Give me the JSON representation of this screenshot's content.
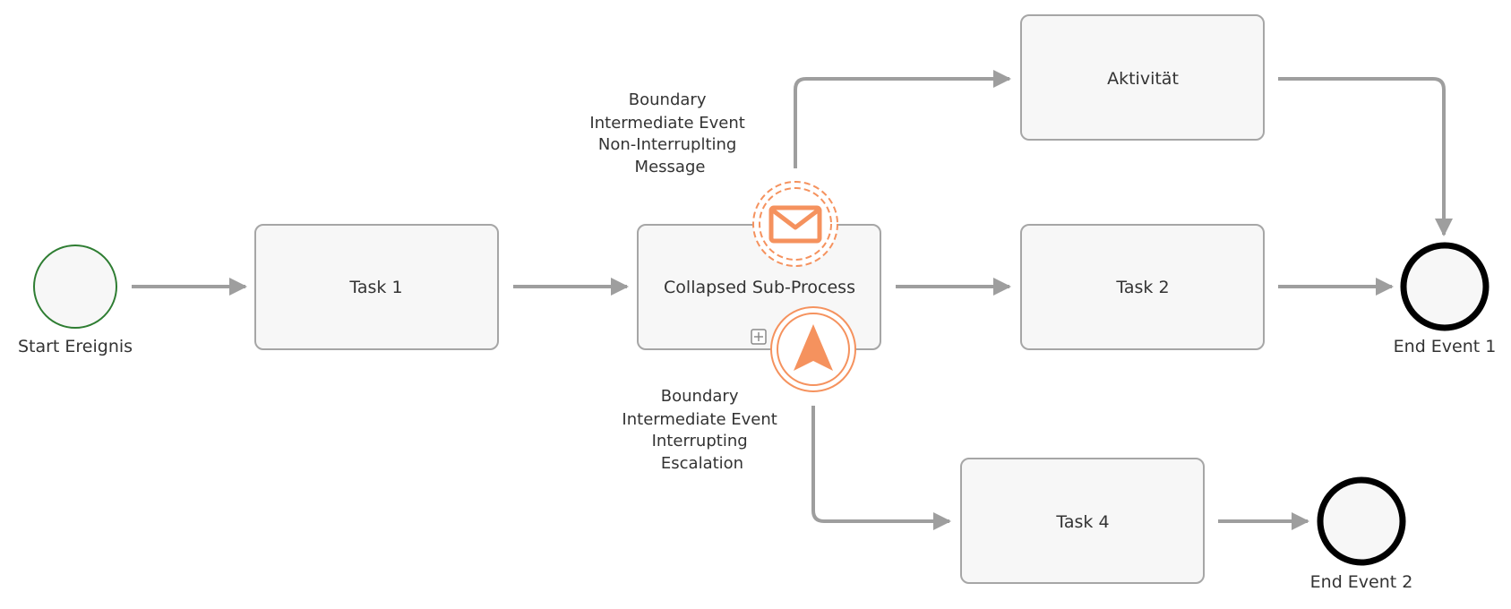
{
  "colors": {
    "task_fill": "#f7f7f7",
    "task_stroke": "#a6a6a6",
    "flow": "#9e9e9e",
    "start_stroke": "#2e7d32",
    "end_stroke": "#000000",
    "boundary_accent": "#f5925e",
    "text": "#333333"
  },
  "events": {
    "start": {
      "label": "Start Ereignis",
      "icon": "start-event-icon"
    },
    "end1": {
      "label": "End Event 1",
      "icon": "end-event-icon"
    },
    "end2": {
      "label": "End Event 2",
      "icon": "end-event-icon"
    }
  },
  "tasks": {
    "task1": {
      "label": "Task 1"
    },
    "subprocess": {
      "label": "Collapsed Sub-Process",
      "marker_icon": "plus-square-icon"
    },
    "task2": {
      "label": "Task 2"
    },
    "aktivitat": {
      "label": "Aktivität"
    },
    "task4": {
      "label": "Task 4"
    }
  },
  "boundary_events": {
    "message": {
      "icon": "envelope-icon",
      "label_lines": [
        "Boundary",
        "Intermediate Event",
        "Non-Interruplting",
        "Message"
      ]
    },
    "escalation": {
      "icon": "escalation-arrow-icon",
      "label_lines": [
        "Boundary",
        "Intermediate Event",
        "Interrupting",
        "Escalation"
      ]
    }
  }
}
